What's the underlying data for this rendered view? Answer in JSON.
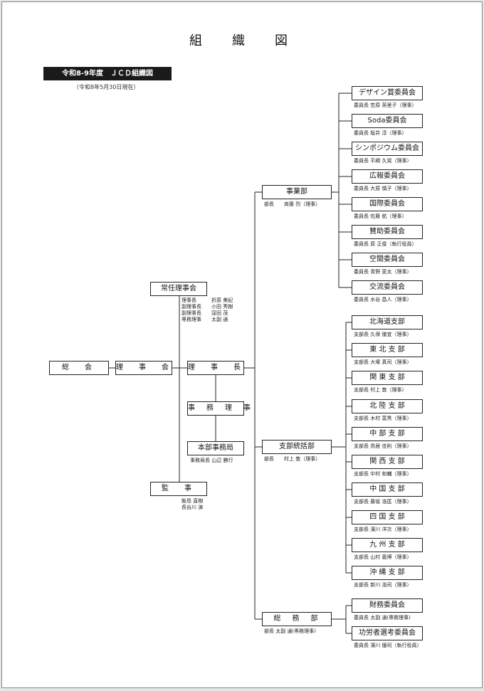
{
  "title": "組　織　図",
  "banner": "令和8-9年度　ＪＣＤ組織図",
  "date_note": "（令和8年5月30日現在）",
  "main": {
    "soukai": "総　会",
    "rijikai": "理　事　会",
    "rijicho": "理　事　長",
    "jimu_riji": "事　務　理　事",
    "honbu": "本部事務局",
    "honbu_sub": "事務局長 山辺 勝行",
    "kanji": "監　事",
    "kanji_members": [
      "飯島 直樹",
      "長谷川 演"
    ]
  },
  "jonin": {
    "label": "常任理事会",
    "members": [
      {
        "role": "理事長",
        "name": "折原 美紀"
      },
      {
        "role": "副理事長",
        "name": "小田 秀樹"
      },
      {
        "role": "副理事長",
        "name": "窪田 茂"
      },
      {
        "role": "専務理事",
        "name": "太副 通"
      }
    ]
  },
  "divisions": {
    "jigyo": {
      "label": "事業部",
      "sub": "部長　　斉藤 烈（理事）"
    },
    "shibu": {
      "label": "支部統括部",
      "sub": "部長　　村上 敦（理事）"
    },
    "somu": {
      "label": "総　務　部",
      "sub": "部長 太副 通(専務理事)"
    }
  },
  "jigyo_committees": [
    {
      "label": "デザイン賞委員会",
      "sub": "委員長 笠原 英里子（理事）"
    },
    {
      "label": "Soda委員会",
      "sub": "委員長 桜井 淳（理事）"
    },
    {
      "label": "シンポジウム委員会",
      "sub": "委員長 平綱 久晃（理事）"
    },
    {
      "label": "広報委員会",
      "sub": "委員長 大原 慎子（理事）"
    },
    {
      "label": "国際委員会",
      "sub": "委員長 佐藤 航（理事）"
    },
    {
      "label": "賛助委員会",
      "sub": "委員長 原 正俊（執行役員）"
    },
    {
      "label": "空間委員会",
      "sub": "委員長 青野 恵太（理事）"
    },
    {
      "label": "交流委員会",
      "sub": "委員長 水谷 昌人（理事）"
    }
  ],
  "shibu_branches": [
    {
      "label": "北海道支部",
      "sub": "支部長 久保 徹宜（理事）"
    },
    {
      "label": "東 北 支 部",
      "sub": "支部長 大塚 真司（理事）"
    },
    {
      "label": "関 東 支 部",
      "sub": "支部長 村上 敦（理事）"
    },
    {
      "label": "北 陸 支 部",
      "sub": "支部長 木村 富秀（理事）"
    },
    {
      "label": "中 部 支 部",
      "sub": "支部長 鳥居 佳則（理事）"
    },
    {
      "label": "関 西 支 部",
      "sub": "支部長 中村 和輔（理事）"
    },
    {
      "label": "中 国 支 部",
      "sub": "支部長 藤坂 浩匡（理事）"
    },
    {
      "label": "四 国 支 部",
      "sub": "支部長 濱川 洋次（理事）"
    },
    {
      "label": "九 州 支 部",
      "sub": "支部長 山村 義博（理事）"
    },
    {
      "label": "沖 縄 支 部",
      "sub": "支部長 新川 浩司（理事）"
    }
  ],
  "somu_committees": [
    {
      "label": "財務委員会",
      "sub": "委員長 太副 通(専務理事)"
    },
    {
      "label": "功労者選考委員会",
      "sub": "委員長 濱川 優司（執行役員）"
    }
  ]
}
